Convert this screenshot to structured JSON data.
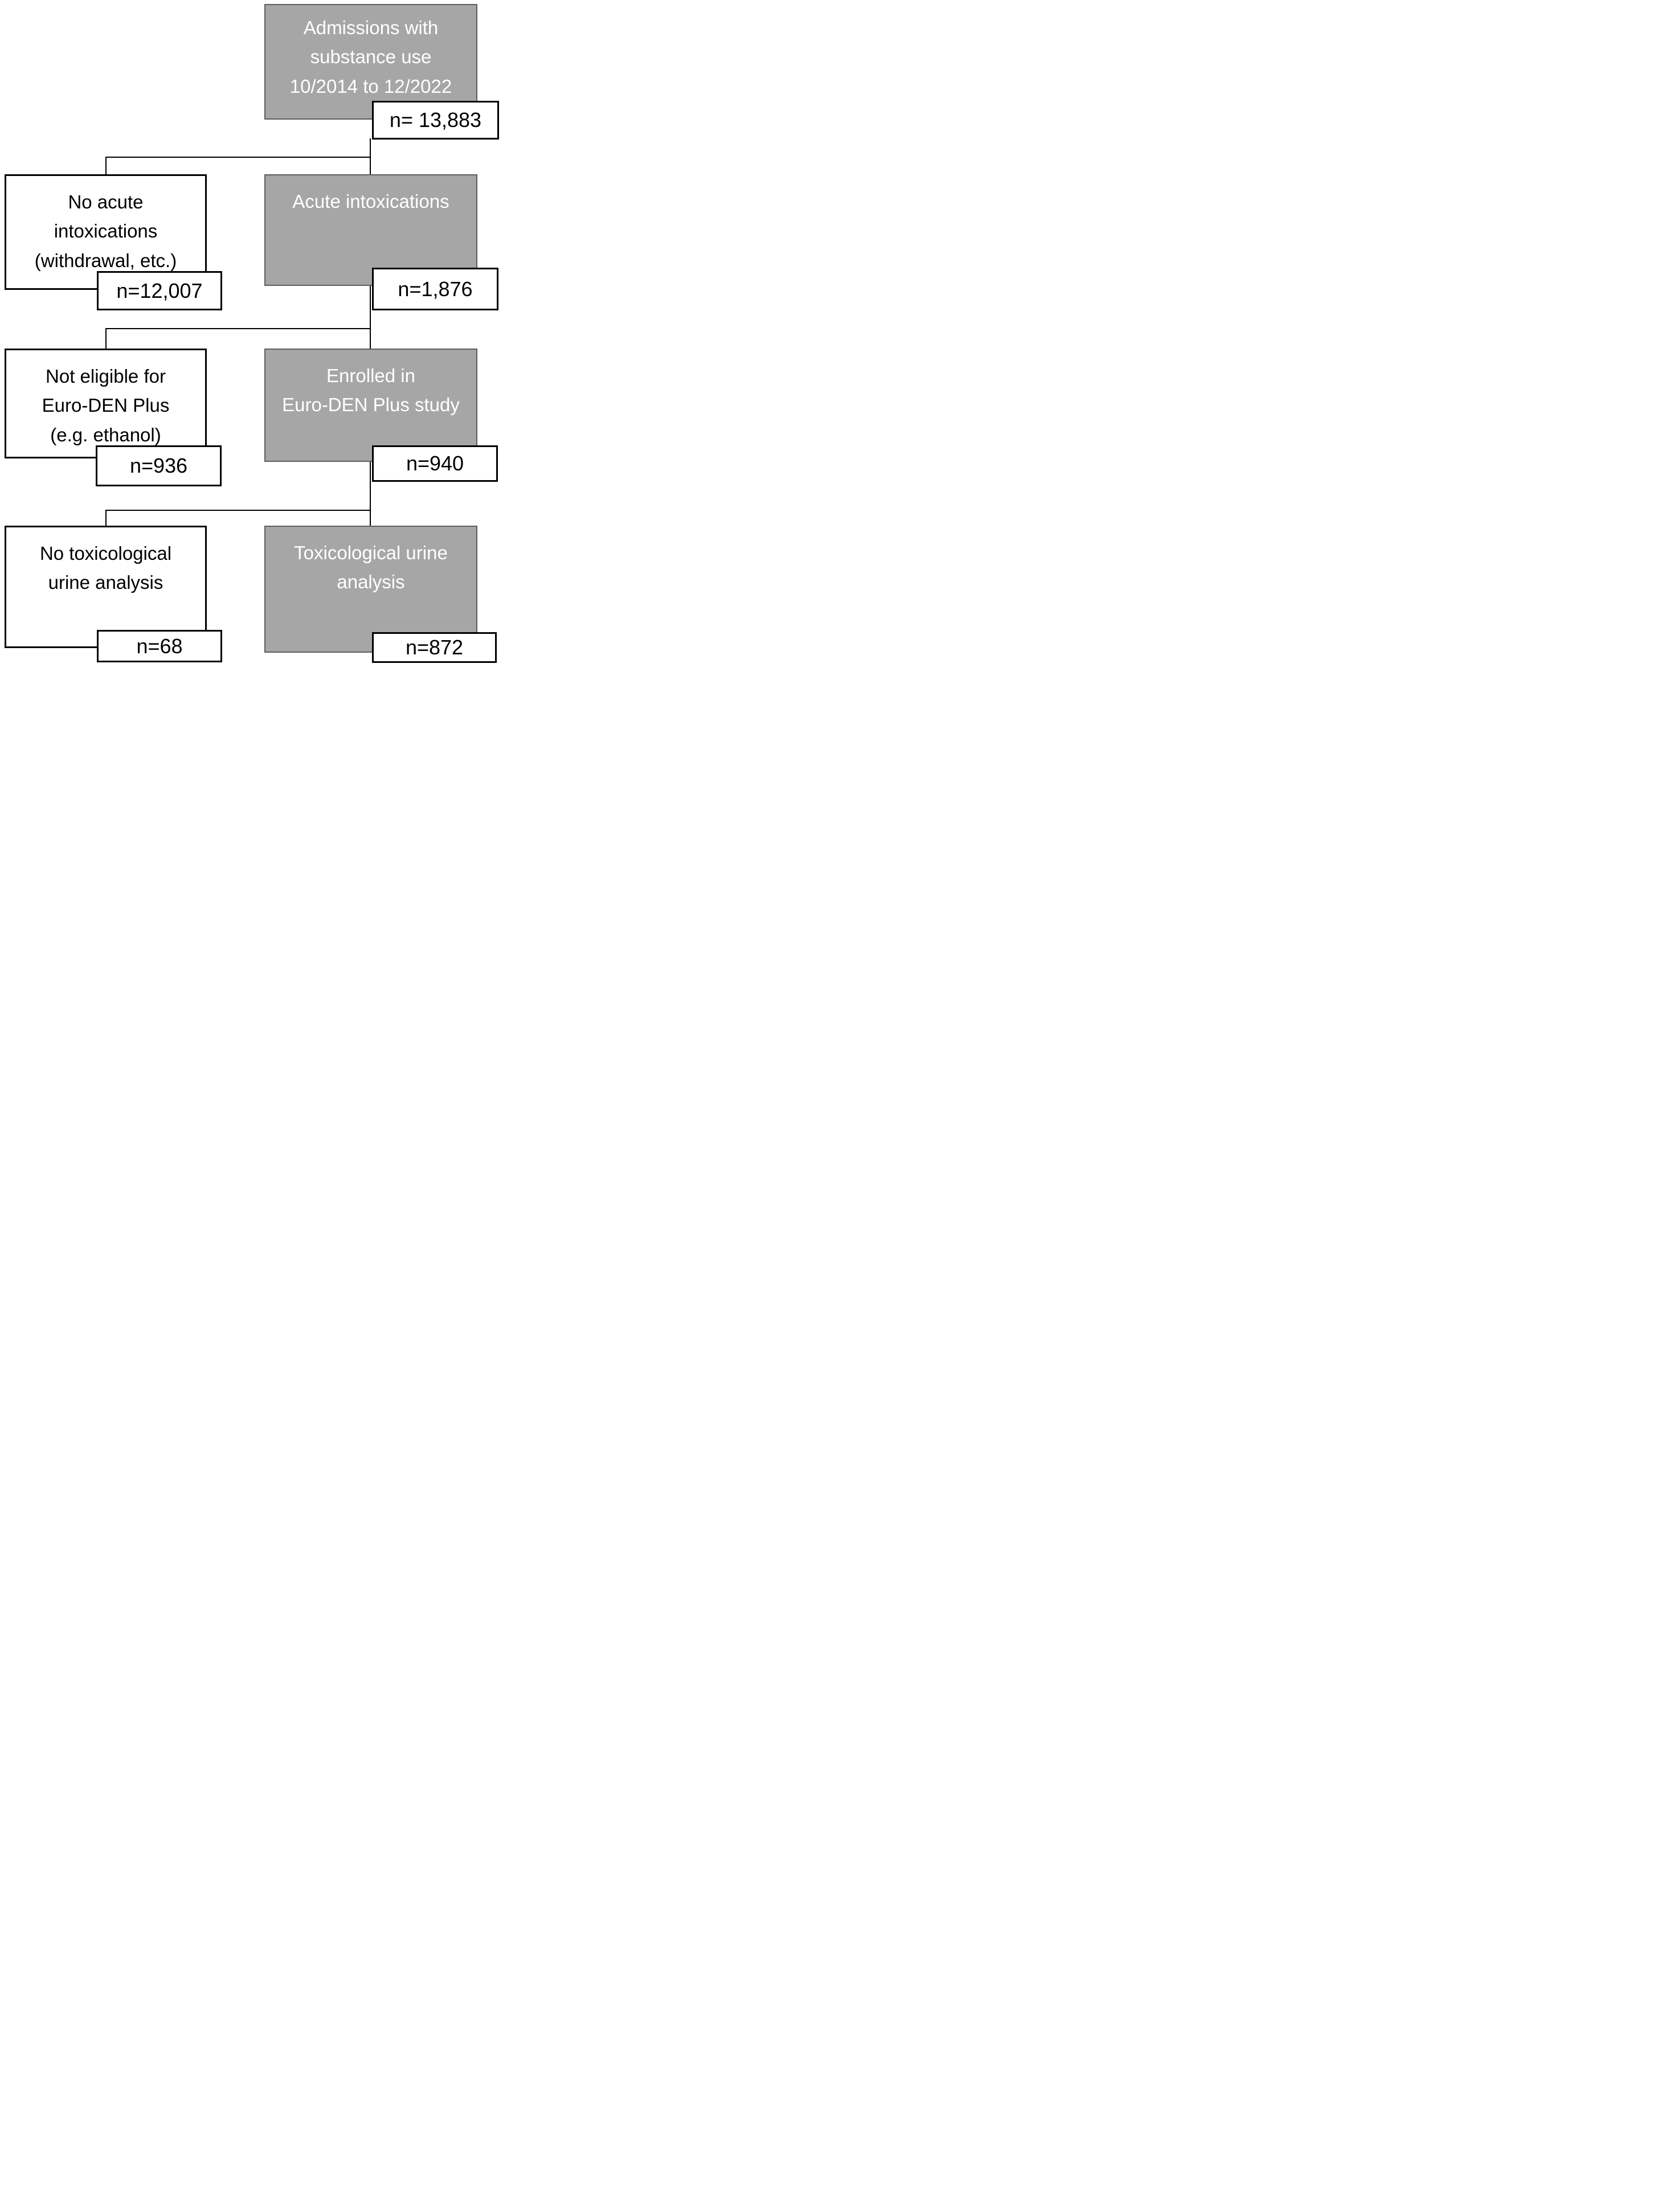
{
  "diagram": {
    "type": "study-flowchart",
    "colors": {
      "included_fill": "#a6a6a6",
      "included_border": "#5d5d5d",
      "included_text": "#ffffff",
      "excluded_fill": "#ffffff",
      "excluded_border": "#000000",
      "excluded_text": "#000000",
      "connector": "#000000"
    },
    "nodes": {
      "admissions": {
        "lines": [
          "Admissions with",
          "substance use",
          "10/2014 to 12/2022"
        ],
        "count": "n= 13,883"
      },
      "no_acute_intoxications": {
        "lines": [
          "No acute",
          "intoxications",
          "(withdrawal, etc.)"
        ],
        "count": "n=12,007"
      },
      "acute_intoxications": {
        "lines": [
          "Acute intoxications"
        ],
        "count": "n=1,876"
      },
      "not_eligible": {
        "lines": [
          "Not eligible for",
          "Euro-DEN Plus",
          "(e.g. ethanol)"
        ],
        "count": "n=936"
      },
      "enrolled": {
        "lines": [
          "Enrolled in",
          "Euro-DEN Plus study"
        ],
        "count": "n=940"
      },
      "no_toxicological_urine_analysis": {
        "lines": [
          "No toxicological",
          "urine analysis"
        ],
        "count": "n=68"
      },
      "toxicological_urine_analysis": {
        "lines": [
          "Toxicological urine",
          "analysis"
        ],
        "count": "n=872"
      }
    }
  }
}
